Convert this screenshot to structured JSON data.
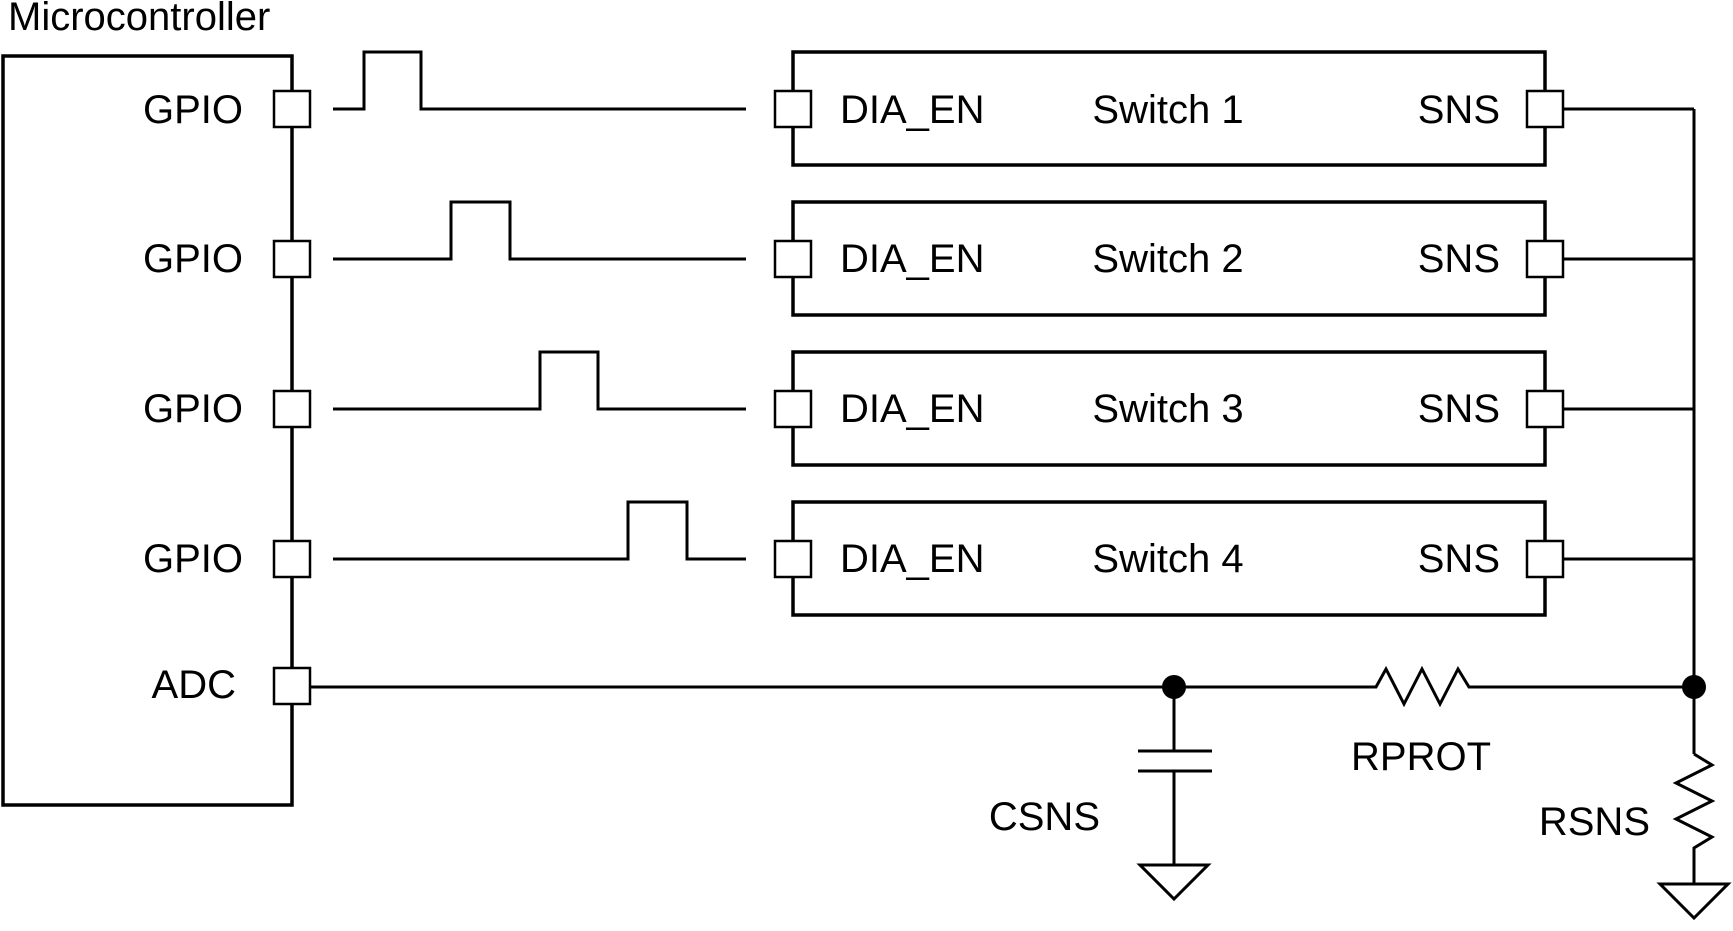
{
  "microcontroller": {
    "title": "Microcontroller",
    "pins": [
      "GPIO",
      "GPIO",
      "GPIO",
      "GPIO",
      "ADC"
    ]
  },
  "switches": [
    {
      "name": "Switch 1",
      "input_pin": "DIA_EN",
      "output_pin": "SNS"
    },
    {
      "name": "Switch 2",
      "input_pin": "DIA_EN",
      "output_pin": "SNS"
    },
    {
      "name": "Switch 3",
      "input_pin": "DIA_EN",
      "output_pin": "SNS"
    },
    {
      "name": "Switch 4",
      "input_pin": "DIA_EN",
      "output_pin": "SNS"
    }
  ],
  "components": {
    "capacitor": "CSNS",
    "protection_resistor": "RPROT",
    "sense_resistor": "RSNS"
  }
}
